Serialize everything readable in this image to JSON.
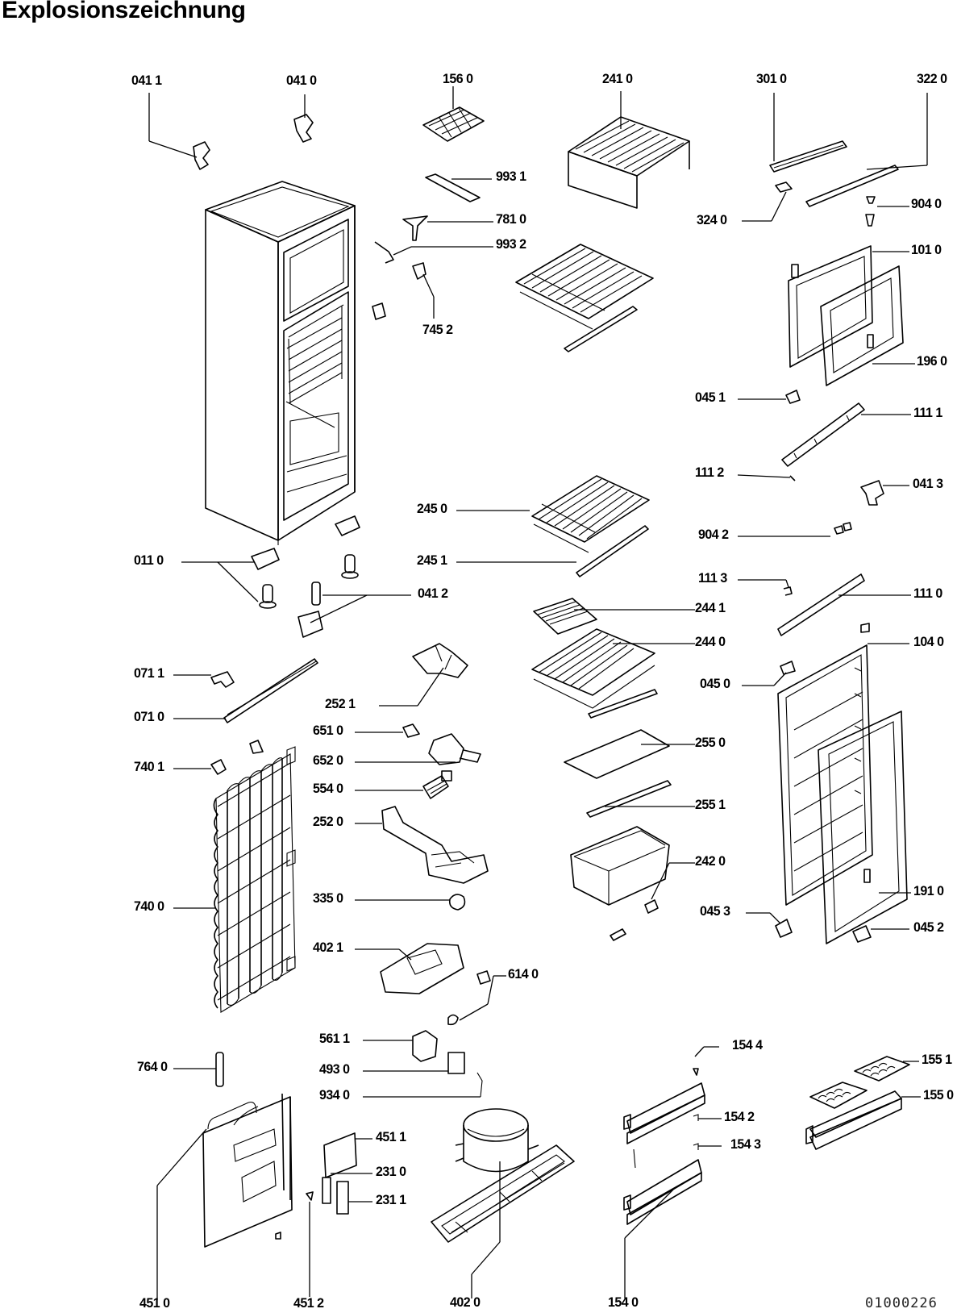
{
  "title": "Explosionszeichnung",
  "document_id": "01000226",
  "labels": {
    "l0411": "041 1",
    "l0410": "041 0",
    "l1560": "156 0",
    "l2410": "241  0",
    "l3010": "301 0",
    "l3220": "322 0",
    "l9931": "993 1",
    "l7810": "781 0",
    "l9932": "993 2",
    "l7452": "745 2",
    "l3240": "324 0",
    "l9040": "904 0",
    "l1010": "101 0",
    "l1960": "196 0",
    "l0451": "045 1",
    "l1111": "111 1",
    "l1112": "111  2",
    "l0413": "041 3",
    "l9042": "904 2",
    "l2450": "245 0",
    "l2451": "245 1",
    "l0110": "011 0",
    "l0412": "041 2",
    "l1113": "111 3",
    "l1110": "111 0",
    "l2441": "244 1",
    "l2440": "244 0",
    "l0711": "071 1",
    "l0710": "071 0",
    "l2521": "252 1",
    "l0450": "045 0",
    "l1040": "104 0",
    "l6510": "651 0",
    "l2550": "255 0",
    "l7401": "740 1",
    "l6520": "652 0",
    "l5540": "554 0",
    "l2551": "255 1",
    "l2520": "252 0",
    "l2420": "242 0",
    "l7400": "740 0",
    "l1910": "191 0",
    "l3350": "335 0",
    "l0453": "045 3",
    "l0452": "045 2",
    "l4021": "402 1",
    "l6140": "614 0",
    "l5611": "561 1",
    "l1544": "154 4",
    "l1551": "155 1",
    "l7640": "764 0",
    "l4930": "493 0",
    "l9340": "934 0",
    "l1550": "155 0",
    "l1542": "154 2",
    "l4511": "451 1",
    "l1543": "154 3",
    "l2310": "231 0",
    "l2311": "231 1",
    "l4510": "451 0",
    "l4512": "451  2",
    "l4020": "402  0",
    "l1540": "154  0"
  },
  "components": [
    "cabinet-body",
    "hinge-041-1",
    "hinge-041-0",
    "ice-tray-156-0",
    "shelf-241-0",
    "trim-301-0",
    "strip-322-0",
    "door-101-0",
    "gasket-196-0",
    "shelf-245-0",
    "shelves-244",
    "cover-255-0",
    "crisper-242-0",
    "door-104-0",
    "gasket-191-0",
    "condenser-740-0",
    "compressor-402-0",
    "base-plate-402-0",
    "panel-451-0",
    "door-racks-154",
    "egg-trays-155"
  ]
}
